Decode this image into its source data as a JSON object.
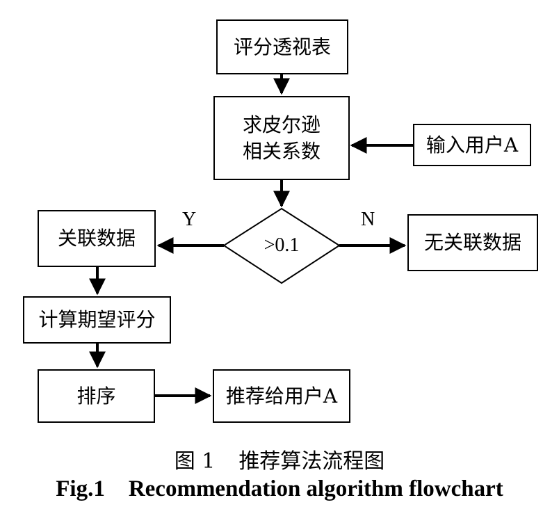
{
  "nodes": {
    "pivot": "评分透视表",
    "pearson_line1": "求皮尔逊",
    "pearson_line2": "相关系数",
    "input_user": "输入用户A",
    "decision": ">0.1",
    "related": "关联数据",
    "unrelated": "无关联数据",
    "expected": "计算期望评分",
    "sort": "排序",
    "recommend": "推荐给用户A"
  },
  "edges": {
    "yes_label": "Y",
    "no_label": "N"
  },
  "caption": {
    "cn_number": "图 1",
    "cn_title": "推荐算法流程图",
    "en_number": "Fig.1",
    "en_title": "Recommendation algorithm flowchart"
  }
}
